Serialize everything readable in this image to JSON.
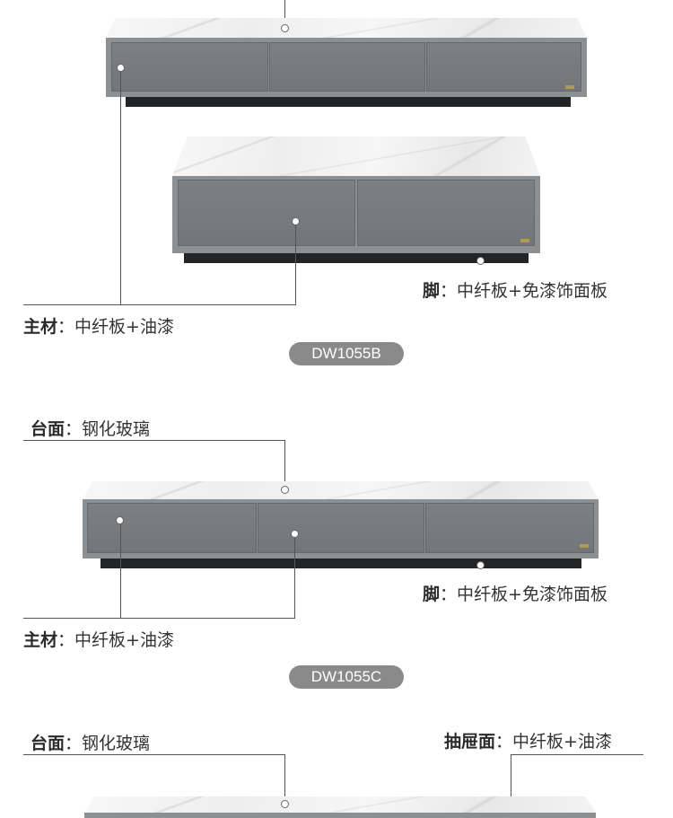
{
  "section1": {
    "foot_label": "脚",
    "foot_value": "中纤板+免漆饰面板",
    "main_label": "主材",
    "main_value": "中纤板+油漆",
    "model": "DW1055B"
  },
  "section2": {
    "top_label": "台面",
    "top_value": "钢化玻璃",
    "foot_label": "脚",
    "foot_value": "中纤板+免漆饰面板",
    "main_label": "主材",
    "main_value": "中纤板+油漆",
    "model": "DW1055C"
  },
  "section3": {
    "top_label": "台面",
    "top_value": "钢化玻璃",
    "drawer_label": "抽屉面",
    "drawer_value": "中纤板+油漆"
  },
  "colors": {
    "cabinet_gray": "#8d9092",
    "pill_gray": "#8a8a8a",
    "marble_white": "#f2f2f2"
  }
}
